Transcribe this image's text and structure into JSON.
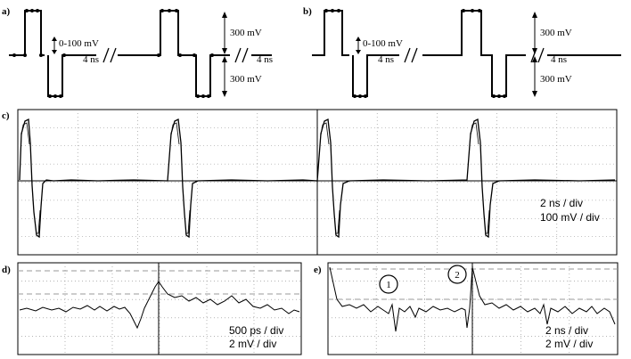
{
  "panels": {
    "a": {
      "label": "a)",
      "amp_range": "0-100 mV",
      "delay1": "4 ns",
      "delay2": "4 ns",
      "up_amp": "300 mV",
      "down_amp": "300 mV"
    },
    "b": {
      "label": "b)",
      "amp_range": "0-100 mV",
      "delay1": "4 ns",
      "delay2": "4 ns",
      "up_amp": "300 mV",
      "down_amp": "300 mV"
    },
    "c": {
      "label": "c)",
      "timebase": "2 ns / div",
      "vscale": "100 mV / div"
    },
    "d": {
      "label": "d)",
      "timebase": "500 ps / div",
      "vscale": "2 mV / div"
    },
    "e": {
      "label": "e)",
      "marker1": "1",
      "marker2": "2",
      "timebase": "2 ns / div",
      "vscale": "2 mV / div"
    }
  },
  "colors": {
    "trace": "#000000",
    "grid": "#888888",
    "dash": "#999999"
  }
}
